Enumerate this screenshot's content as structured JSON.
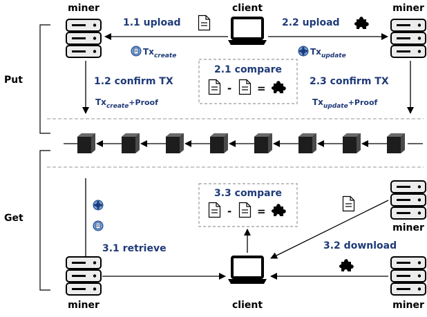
{
  "labels": {
    "miner_tl": "miner",
    "client_top": "client",
    "miner_tr": "miner",
    "put": "Put",
    "get": "Get",
    "miner_bl": "miner",
    "client_bottom": "client",
    "miner_mr": "miner",
    "miner_br": "miner"
  },
  "put": {
    "upload_1": "1.1 upload",
    "upload_2": "2.2 upload",
    "tx_create_main": "Tx",
    "tx_create_sub": "create",
    "tx_update_main": "Tx",
    "tx_update_sub": "update",
    "confirm_1": "1.2 confirm TX",
    "compare_21": "2.1 compare",
    "confirm_23": "2.3 confirm TX",
    "proof_create_main": "Tx",
    "proof_create_sub": "create",
    "proof_create_tail": "+Proof",
    "proof_update_main": "Tx",
    "proof_update_sub": "update",
    "proof_update_tail": "+Proof",
    "minus": "-",
    "equals": "="
  },
  "get": {
    "compare_33": "3.3 compare",
    "retrieve": "3.1 retrieve",
    "download": "3.2 download",
    "minus": "-",
    "equals": "="
  },
  "colors": {
    "label_blue": "#1f3a78",
    "server_light": "#e8e8e8",
    "block_dark": "#2a2a2a",
    "tx_icon_fill": "#6aa0d8",
    "dashed": "#999999"
  },
  "icons": [
    "server-icon",
    "laptop-icon",
    "document-icon",
    "puzzle-icon",
    "blockchain-block-icon",
    "transaction-coin-icon"
  ]
}
